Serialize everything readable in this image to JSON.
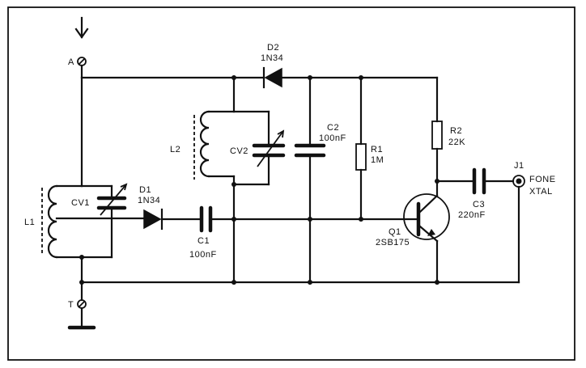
{
  "components": {
    "terminal_a": "A",
    "terminal_t": "T",
    "l1": "L1",
    "cv1": "CV1",
    "d1": {
      "ref": "D1",
      "value": "1N34"
    },
    "c1": {
      "ref": "C1",
      "value": "100nF"
    },
    "l2": "L2",
    "cv2": "CV2",
    "d2": {
      "ref": "D2",
      "value": "1N34"
    },
    "c2": {
      "ref": "C2",
      "value": "100nF"
    },
    "r1": {
      "ref": "R1",
      "value": "1M"
    },
    "r2": {
      "ref": "R2",
      "value": "22K"
    },
    "q1": {
      "ref": "Q1",
      "value": "2SB175"
    },
    "c3": {
      "ref": "C3",
      "value": "220nF"
    },
    "j1": {
      "ref": "J1",
      "line1": "FONE",
      "line2": "XTAL"
    }
  }
}
